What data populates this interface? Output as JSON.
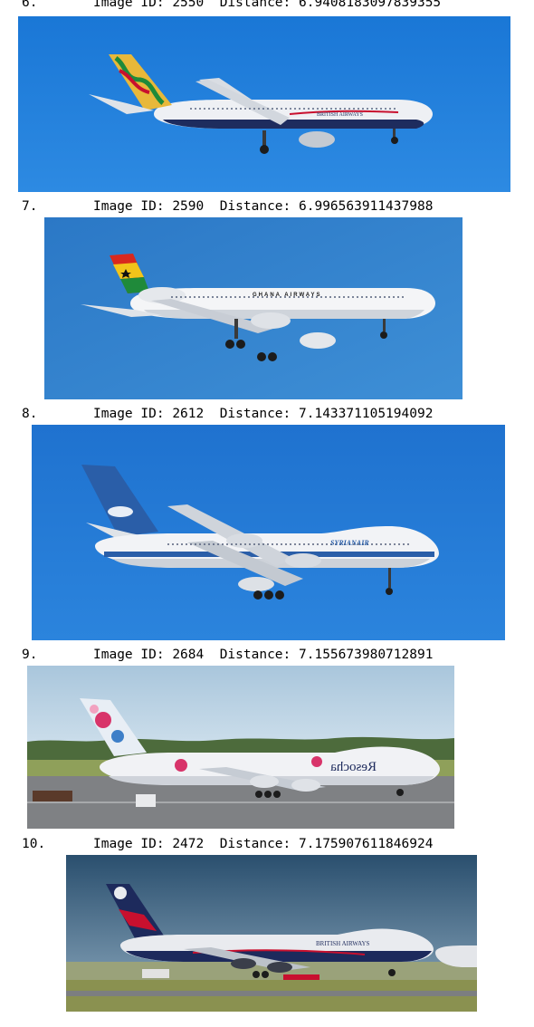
{
  "results": [
    {
      "index": "6.",
      "id_label": "Image ID:",
      "image_id": "2550",
      "distance_label": "Distance:",
      "distance": "6.9408183097839355",
      "livery_text": "BRITISH AIRWAYS"
    },
    {
      "index": "7.",
      "id_label": "Image ID:",
      "image_id": "2590",
      "distance_label": "Distance:",
      "distance": "6.996563911437988",
      "livery_text": "GHANA AIRWAYS"
    },
    {
      "index": "8.",
      "id_label": "Image ID:",
      "image_id": "2612",
      "distance_label": "Distance:",
      "distance": "7.143371105194092",
      "livery_text": "SYRIANAIR"
    },
    {
      "index": "9.",
      "id_label": "Image ID:",
      "image_id": "2684",
      "distance_label": "Distance:",
      "distance": "7.155673980712891",
      "livery_text": "Resocha"
    },
    {
      "index": "10.",
      "id_label": "Image ID:",
      "image_id": "2472",
      "distance_label": "Distance:",
      "distance": "7.175907611846924",
      "livery_text": "BRITISH AIRWAYS"
    }
  ],
  "colors": {
    "sky_blue": "#1f7fd8",
    "sky_blue_deep": "#2a74c4",
    "sky_pale": "#b9d2e4",
    "fuselage_white": "#f3f4f6",
    "fuselage_shadow": "#c9ced6",
    "ghana_red": "#d8281e",
    "ghana_gold": "#f2c41a",
    "ghana_green": "#1f8a3a",
    "syrian_blue": "#2a5ea8",
    "ba_navy": "#1d2a5c",
    "ba_red": "#c8102e",
    "grass": "#8a9a4e",
    "tarmac": "#7f8184"
  }
}
